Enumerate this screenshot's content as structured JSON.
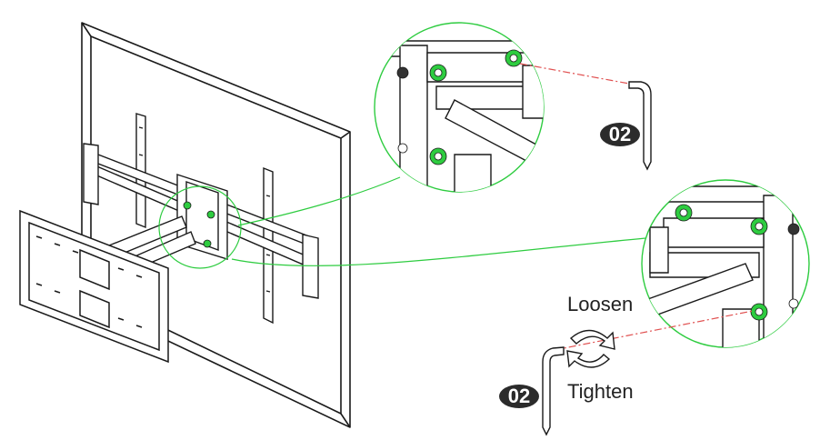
{
  "labels": {
    "loosen": "Loosen",
    "tighten": "Tighten",
    "wrench_top": "02",
    "wrench_bottom": "02"
  },
  "colors": {
    "line": "#1a1a1a",
    "highlight": "#2ecc40",
    "dash": "#e05050",
    "badge": "#2b2b2b"
  },
  "icons": {
    "allen-key": "allen-key-icon",
    "rotate-arrows": "rotate-arrows-icon"
  }
}
